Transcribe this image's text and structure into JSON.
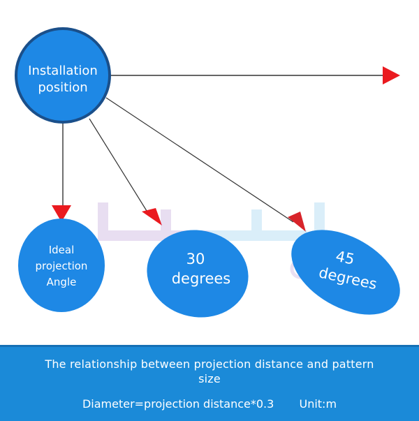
{
  "diagram": {
    "source_node": {
      "lines": [
        "Installation",
        "position"
      ]
    },
    "target_nodes": [
      {
        "id": "ideal",
        "lines": [
          "Ideal",
          "projection",
          "Angle"
        ]
      },
      {
        "id": "30deg",
        "lines": [
          "30",
          "degrees"
        ]
      },
      {
        "id": "45deg",
        "lines": [
          "45",
          "degrees"
        ]
      }
    ],
    "colors": {
      "node_fill": "#1e88e5",
      "node_border": "#1a4f8a",
      "arrow_head": "#e8151b",
      "line": "#333333",
      "banner": "#1b8ad8"
    }
  },
  "banner": {
    "title": "The relationship between projection distance and pattern size",
    "formula": "Diameter=projection distance*0.3",
    "unit": "Unit:m"
  },
  "watermark": {
    "text": "پارسـدا"
  }
}
